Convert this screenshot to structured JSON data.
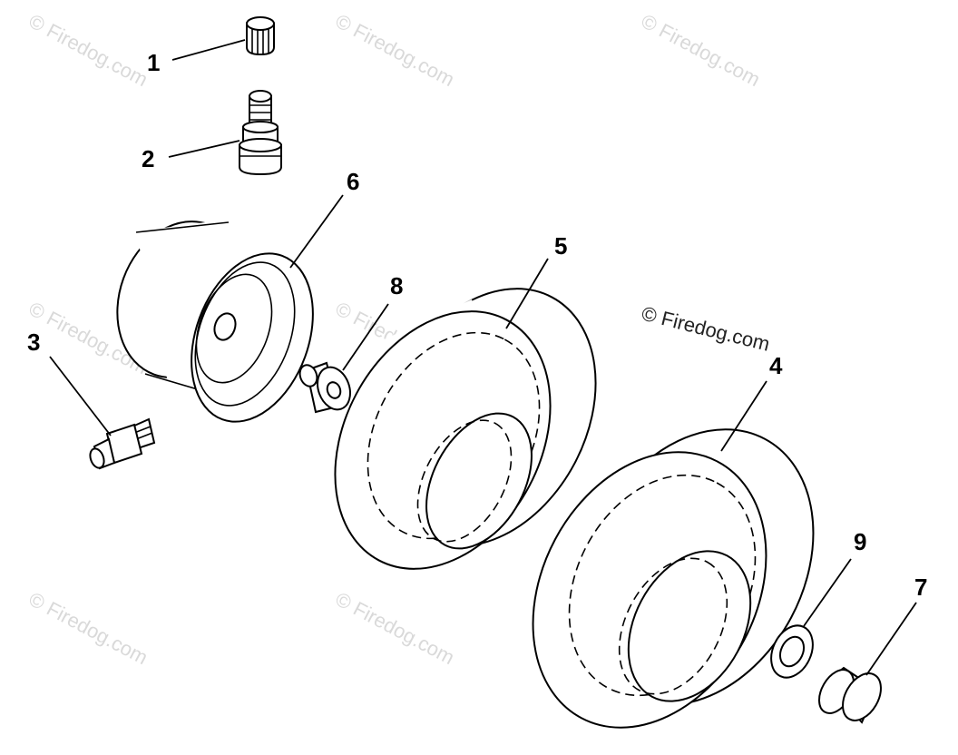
{
  "watermark": {
    "faint_text": "© Firedog.com",
    "prominent_text": "© Firedog.com"
  },
  "callouts": {
    "c1": "1",
    "c2": "2",
    "c3": "3",
    "c4": "4",
    "c5": "5",
    "c6": "6",
    "c7": "7",
    "c8": "8",
    "c9": "9"
  },
  "parts": [
    {
      "callout": "1",
      "icon": "valve-cap-icon"
    },
    {
      "callout": "2",
      "icon": "valve-stem-icon"
    },
    {
      "callout": "3",
      "icon": "grease-fitting-icon"
    },
    {
      "callout": "4",
      "icon": "tire-icon"
    },
    {
      "callout": "5",
      "icon": "tire-icon"
    },
    {
      "callout": "6",
      "icon": "rim-wheel-icon"
    },
    {
      "callout": "7",
      "icon": "bearing-bushing-icon"
    },
    {
      "callout": "8",
      "icon": "flanged-bushing-icon"
    },
    {
      "callout": "9",
      "icon": "washer-icon"
    }
  ]
}
